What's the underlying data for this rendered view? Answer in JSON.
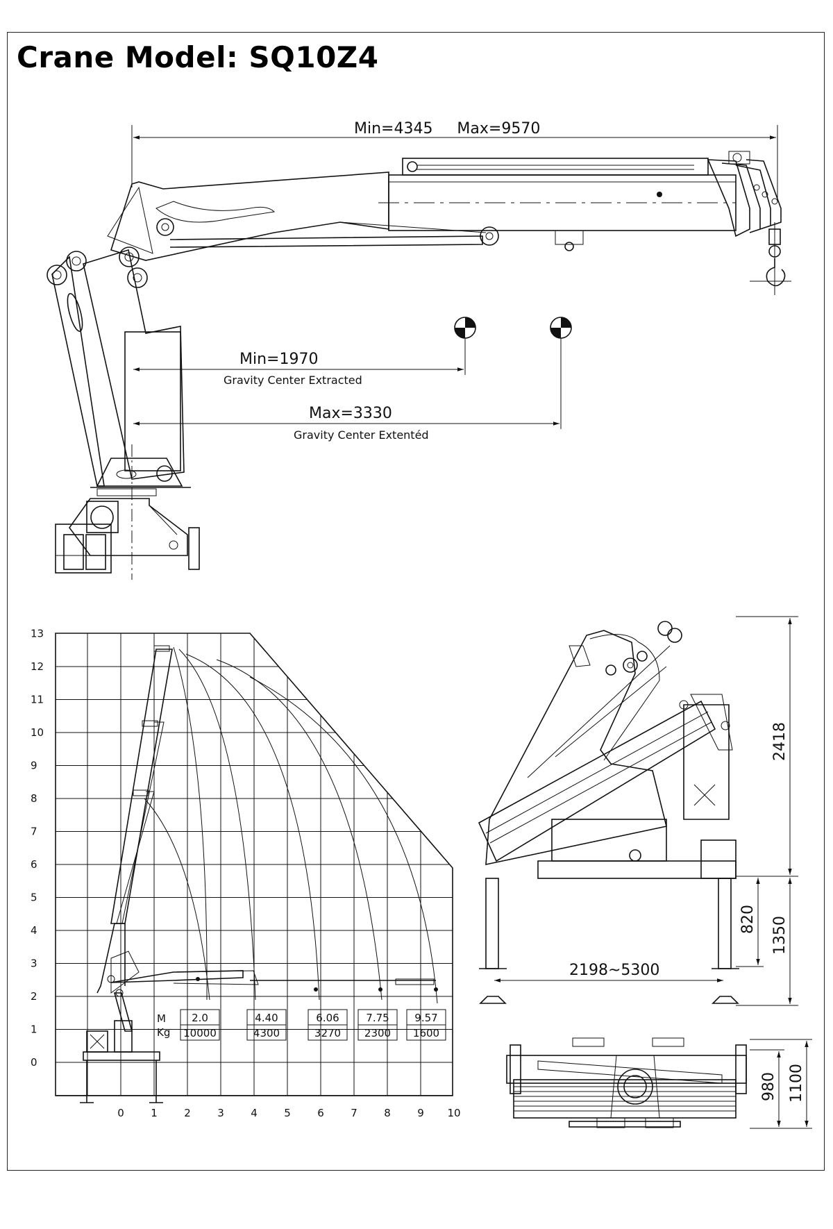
{
  "title": "Crane Model: SQ10Z4",
  "side_view": {
    "boom_length_label": "Min=4345     Max=9570",
    "gravity_extracted_value": "Min=1970",
    "gravity_extracted_caption": "Gravity Center Extracted",
    "gravity_extended_value": "Max=3330",
    "gravity_extended_caption": "Gravity Center Extentéd"
  },
  "load_chart": {
    "y_ticks": [
      "13",
      "12",
      "11",
      "10",
      "9",
      "8",
      "7",
      "6",
      "5",
      "4",
      "3",
      "2",
      "1",
      "0"
    ],
    "x_ticks": [
      "0",
      "1",
      "2",
      "3",
      "4",
      "5",
      "6",
      "7",
      "8",
      "9",
      "10"
    ],
    "unit_m": "M",
    "unit_kg": "Kg",
    "table": [
      {
        "m": "2.0",
        "kg": "10000"
      },
      {
        "m": "4.40",
        "kg": "4300"
      },
      {
        "m": "6.06",
        "kg": "3270"
      },
      {
        "m": "7.75",
        "kg": "2300"
      },
      {
        "m": "9.57",
        "kg": "1600"
      }
    ]
  },
  "front_view": {
    "height_label": "2418",
    "leg_label": "820",
    "base_height_label": "1350",
    "span_label": "2198~5300"
  },
  "top_view": {
    "width_inner_label": "980",
    "width_outer_label": "1100"
  },
  "chart_data": {
    "type": "table",
    "columns": [
      "M",
      "Kg"
    ],
    "rows": [
      [
        2.0,
        10000
      ],
      [
        4.4,
        4300
      ],
      [
        6.06,
        3270
      ],
      [
        7.75,
        2300
      ],
      [
        9.57,
        1600
      ]
    ],
    "x_ticks": [
      0,
      1,
      2,
      3,
      4,
      5,
      6,
      7,
      8,
      9,
      10
    ],
    "y_ticks": [
      0,
      1,
      2,
      3,
      4,
      5,
      6,
      7,
      8,
      9,
      10,
      11,
      12,
      13
    ]
  }
}
